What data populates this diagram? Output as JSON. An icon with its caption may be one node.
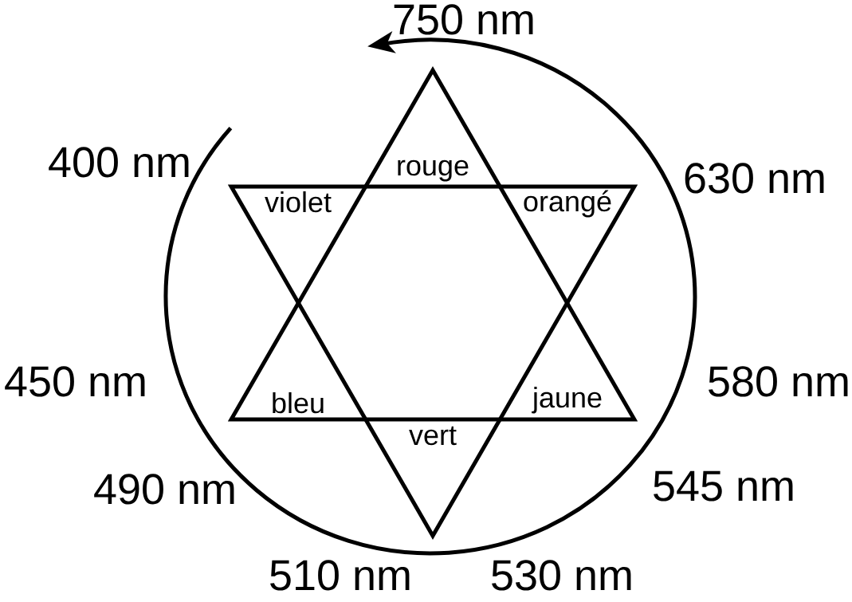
{
  "diagram": {
    "nodes": [
      {
        "text": [
          "rouge",
          "bleu",
          "jaune"
        ]
      },
      {
        "text": [
          "violet",
          "orangé",
          "vert"
        ]
      }
    ],
    "labels": [
      "750 nm",
      "400 nm",
      "630 nm",
      "450 nm",
      "580 nm",
      "490 nm",
      "545 nm",
      "510 nm",
      "530 nm"
    ]
  }
}
